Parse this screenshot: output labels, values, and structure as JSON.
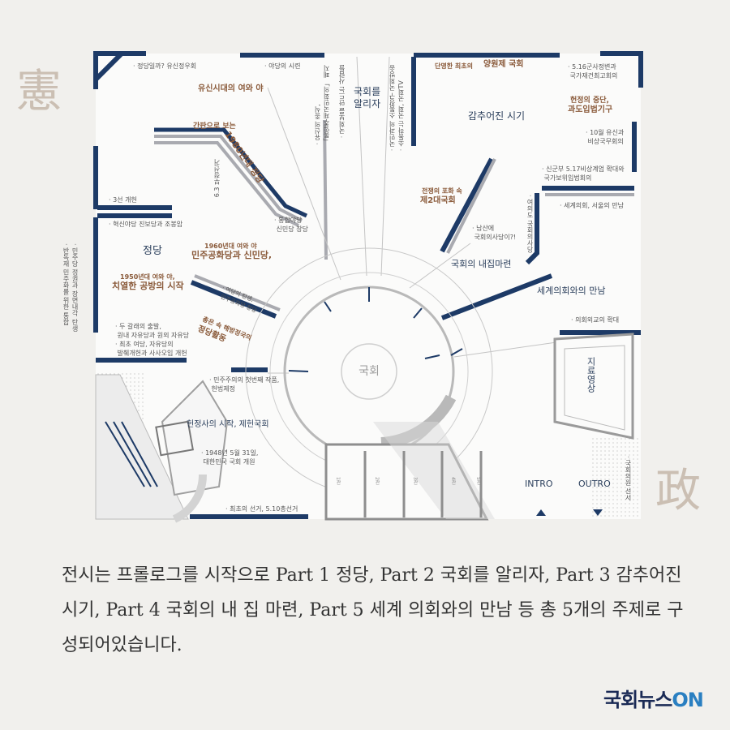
{
  "hanja": {
    "left": "憲",
    "right": "政"
  },
  "sections": {
    "party": "정당",
    "notify": "국회를\n알리자",
    "dark_era": "감추어진 시기",
    "building": "국회의 내집마련",
    "world": "세계의회와의 만남",
    "start": "헌정사의 시작, 제헌국회",
    "intro": "INTRO",
    "outro": "OUTRO",
    "archive": "지료영상"
  },
  "headers": {
    "yushin": "유신시대의 여와 야",
    "parl1980a": "간판으로 보는",
    "parl1980b": "1980년대 정당",
    "minju1960a": "1960년대 여와 야",
    "minju1960b": "민주공화당과 신민당,",
    "y1950a": "1950년대 여와 야,",
    "y1950b": "치열한 공방의 시작",
    "student_a": "총은 속 해방정국의",
    "student_b": "정당활동",
    "war_a": "전쟁의 포화 속",
    "war_b": "제2대국회",
    "bicameral_a": "단명한 최초의",
    "bicameral_b": "양원제 국회",
    "suspend_a": "헌정의 중단,",
    "suspend_b": "과도입법기구"
  },
  "labels": {
    "l_yushin_party": "· 정당일까? 유신정우회",
    "l_opposition": "· 야당의 시련",
    "l_3rd": "· 3선 개헌",
    "l_progress": "· 혁신야당 진보당과 조봉암",
    "l_rally": "· 통합야당\n 신민당 창당",
    "l_two_ways": "· 두 갈래의 출발,\n 원내 자유당과 원외 자유당\n· 최초 여당, 자유당의\n 발췌개헌과 사사오입 개헌",
    "l_first_work": "· 민주주의의 첫번째 작품,\n 헌법제정",
    "l_1948": "· 1948년 5월 31일,\n 대한민국 국회 개원",
    "l_first_election": "· 최초의 선거, 5.10총선거",
    "l_516": "· 5.16군사정변과\n 국가재건최고회의",
    "l_oct": "· 10월 유신과\n 비상국무회의",
    "l_517": "· 신군부 5.17비상계엄 확대와\n 국가보위입법회의",
    "l_world_seoul": "· 세계의회, 서울의 만남",
    "l_diplomacy": "· 의회외교의 확대",
    "l_namsan": "· 남산에\n 국회의사당이?!",
    "l_dynamic": "· 여당의 탄생,\n 민주공화당 창당"
  },
  "vertical_labels": {
    "v_yushin": "· 유신의 종식,\n「통일주체국민회의」 폐지",
    "v_notify2": "· 국회보를 만드는 사람들",
    "v_comm": "· 국민과의 소통창구 국회방송\n· 소통하는 국회, 국회TV",
    "v_yeouido": "· 여의도 국회의사당",
    "v_democ": "· 민주당 정권과 장면내각 탄생\n· 반독재 민주화를 위한 통합",
    "v_assembly_oath": "· 국회의원 선서",
    "v_63": "6.3 부정선거"
  },
  "small_rooms": [
    "1관",
    "2관",
    "3관",
    "4관",
    "5관"
  ],
  "center": "국회",
  "caption": "전시는 프롤로그를 시작으로 Part 1 정당, Part 2 국회를 알리자, Part 3 감추어진 시기, Part 4 국회의 내 집 마련, Part 5 세계 의회와의 만남 등 총 5개의 주제로 구성되어있습니다.",
  "logo": {
    "main": "국회뉴스",
    "accent": "ON"
  },
  "colors": {
    "navy": "#1d3a66",
    "grey": "#a9aab0",
    "brown": "#8a5a3a",
    "bg": "#f1f0ed"
  }
}
